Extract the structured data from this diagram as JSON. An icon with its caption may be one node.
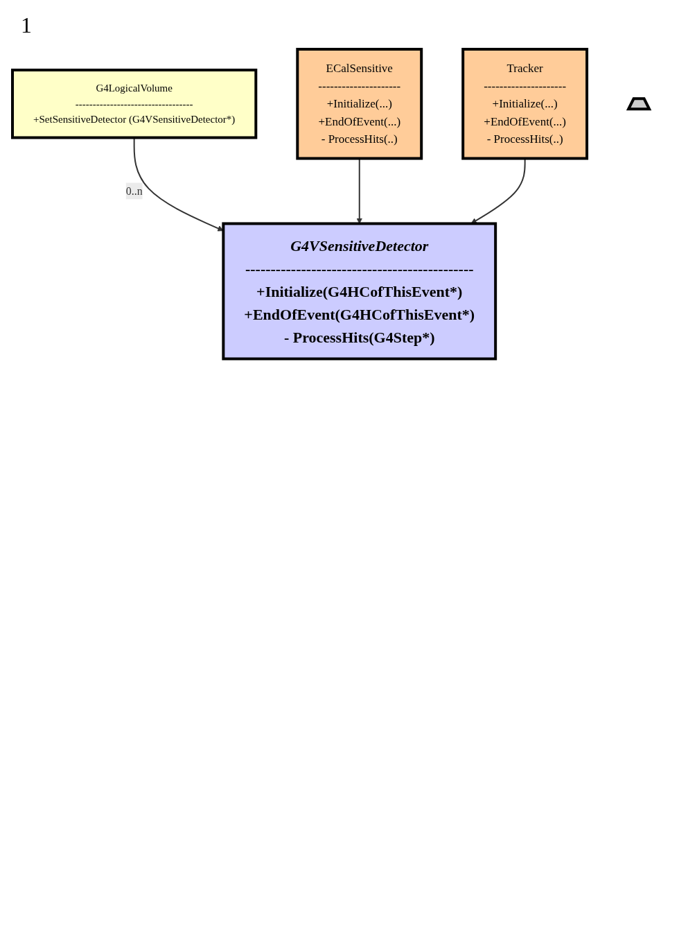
{
  "diagram": {
    "nodes": [
      {
        "text": [
          "G4LogicalVolume",
          "----------------------------------",
          "+SetSensitiveDetector (G4VSensitiveDetector*)"
        ]
      },
      {
        "text": [
          "G4VSensitiveDetector",
          "---------------------------------------------",
          "+Initialize(G4HCofThisEvent*)",
          "+EndOfEvent(G4HCofThisEvent*)",
          "- ProcessHits(G4Step*)"
        ]
      },
      {
        "text": [
          "ECalSensitive",
          "---------------------",
          "+Initialize(...)",
          "+EndOfEvent(...)",
          "- ProcessHits(..)"
        ]
      },
      {
        "text": [
          "Tracker",
          "---------------------",
          "+Initialize(...)",
          "+EndOfEvent(...)",
          "- ProcessHits(..)"
        ]
      },
      {
        "text": [],
        "shape": "trapezoid"
      }
    ],
    "edges": [
      {
        "from": 0,
        "to": 1,
        "arrow": "to",
        "label": "0..n"
      },
      {
        "from": 2,
        "to": 1,
        "arrow": "to"
      },
      {
        "from": 3,
        "to": 1,
        "arrow": "to"
      }
    ],
    "labels": [
      "1"
    ]
  }
}
